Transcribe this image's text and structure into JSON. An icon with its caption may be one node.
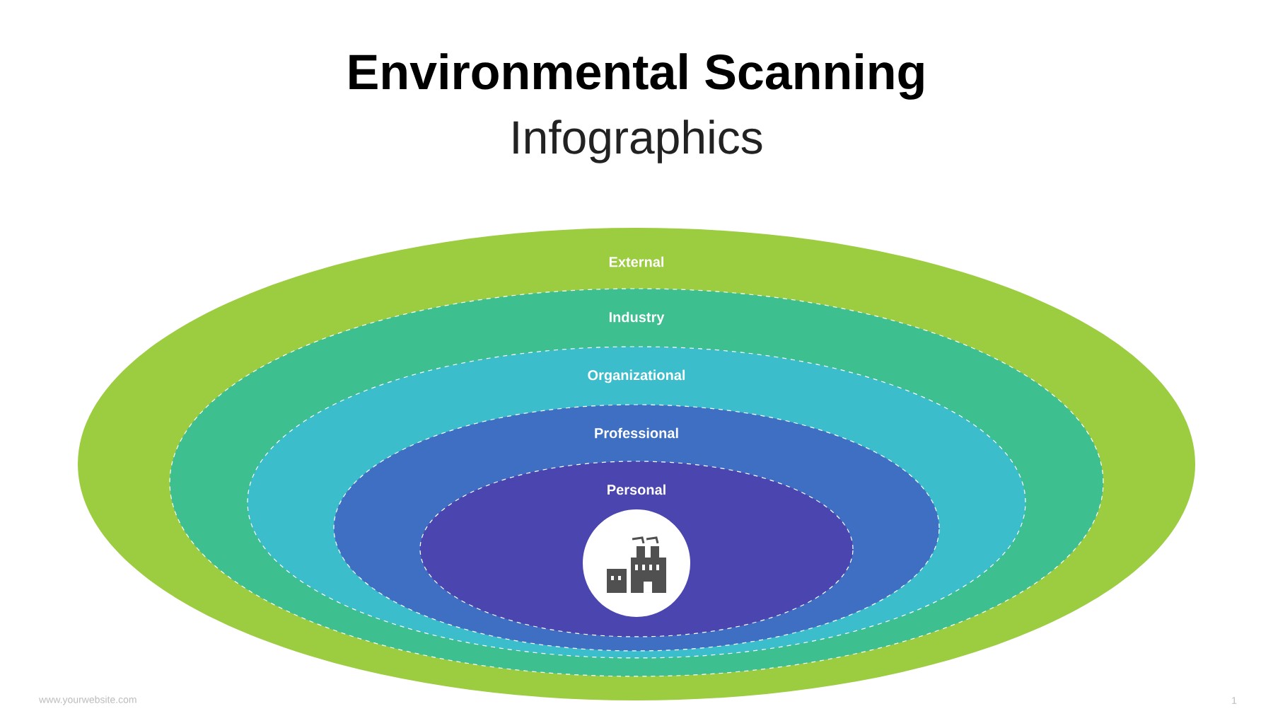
{
  "diagram": {
    "title": "Environmental Scanning",
    "nodes": [
      {
        "text": [
          "External"
        ]
      },
      {
        "text": [
          "Industry"
        ],
        "in": 0
      },
      {
        "text": [
          "Organizational"
        ],
        "in": 1
      },
      {
        "text": [
          "Professional"
        ],
        "in": 2
      },
      {
        "text": [
          "Personal"
        ],
        "in": 3
      },
      {
        "text": [],
        "shape": "circle",
        "in": 4
      }
    ],
    "labels": [
      "Infographics",
      "www.yourwebsite.com",
      "1"
    ]
  }
}
